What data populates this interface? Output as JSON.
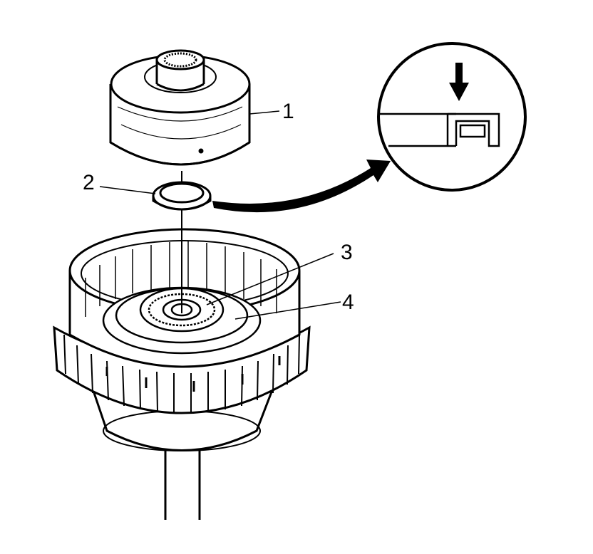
{
  "diagram": {
    "callouts": [
      "1",
      "2",
      "3",
      "4"
    ],
    "colors": {
      "ink": "#000000",
      "paper": "#ffffff"
    }
  }
}
